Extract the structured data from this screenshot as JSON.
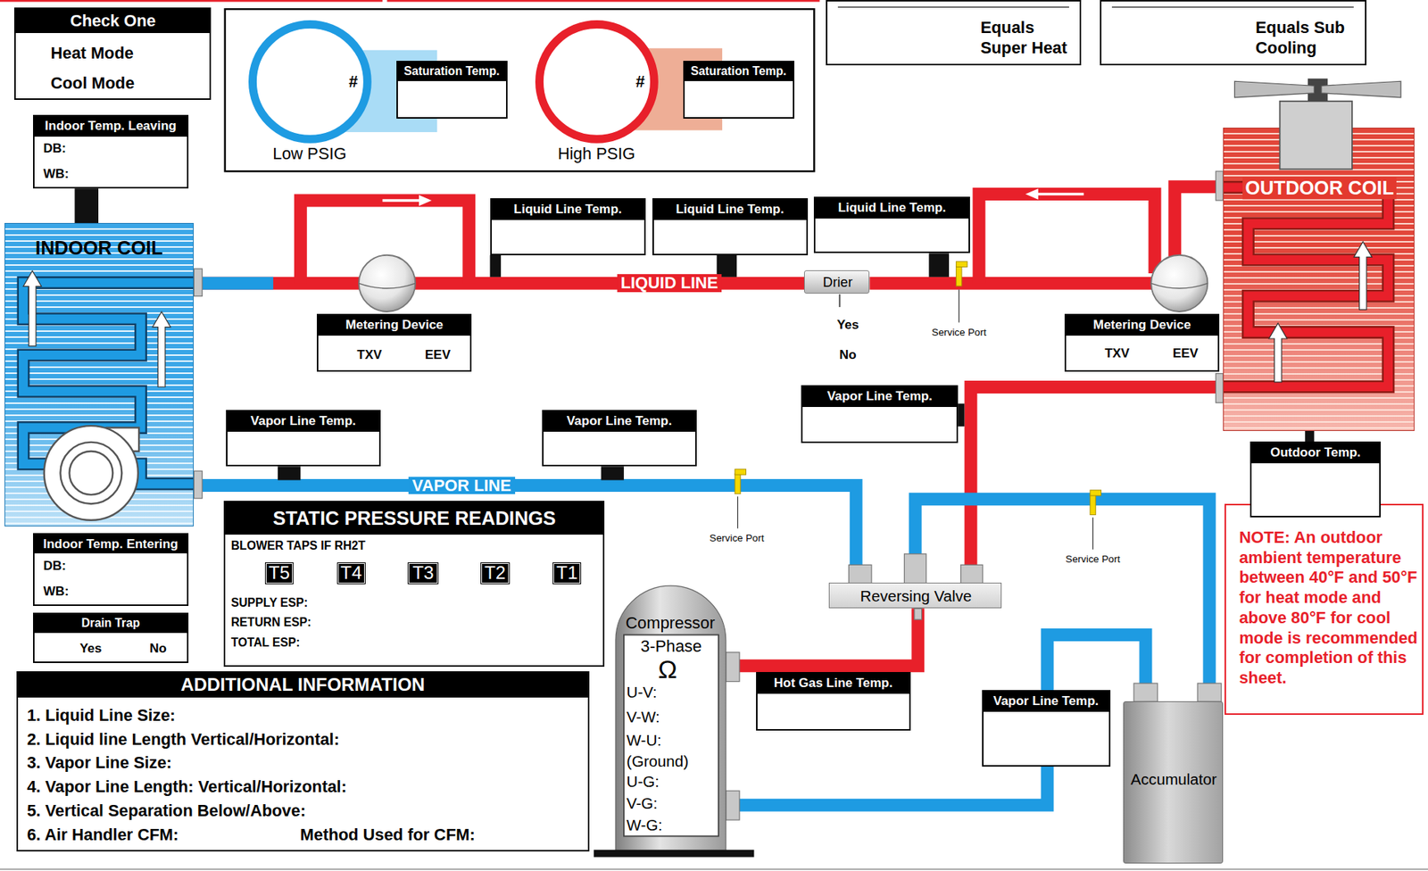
{
  "diagram": {
    "nodes": [
      {
        "text": [
          "Check One",
          "Heat Mode",
          "Cool Mode"
        ]
      },
      {
        "text": [
          "#",
          "Low PSIG"
        ]
      },
      {
        "text": [
          "Saturation Temp."
        ]
      },
      {
        "text": [
          "#",
          "High PSIG"
        ]
      },
      {
        "text": [
          "Saturation Temp."
        ]
      },
      {
        "text": [
          "Equals Super Heat"
        ]
      },
      {
        "text": [
          "Equals Sub Cooling"
        ]
      },
      {
        "text": [
          "Indoor Temp. Leaving",
          "DB:",
          "WB:"
        ]
      },
      {
        "text": [
          "OUTDOOR COIL"
        ]
      },
      {
        "text": [
          "Liquid Line Temp."
        ]
      },
      {
        "text": [
          "Liquid Line Temp."
        ]
      },
      {
        "text": [
          "Liquid Line Temp."
        ]
      },
      {
        "text": [
          "INDOOR COIL"
        ]
      },
      {
        "text": [
          "Drier"
        ]
      },
      {
        "text": [
          "Metering Device",
          "TXV",
          "EEV"
        ]
      },
      {
        "text": [
          "Metering Device",
          "TXV",
          "EEV"
        ]
      },
      {
        "text": [
          "Vapor Line Temp."
        ]
      },
      {
        "text": [
          "Vapor Line Temp."
        ]
      },
      {
        "text": [
          "Vapor Line Temp."
        ]
      },
      {
        "text": [
          "Outdoor Temp."
        ]
      },
      {
        "text": [
          "STATIC PRESSURE READINGS",
          "BLOWER TAPS IF RH2T",
          "SUPPLY ESP:",
          "RETURN ESP:",
          "TOTAL ESP:"
        ]
      },
      {
        "text": [
          "T5"
        ],
        "in": 20
      },
      {
        "text": [
          "T4"
        ],
        "in": 20
      },
      {
        "text": [
          "T3"
        ],
        "in": 20
      },
      {
        "text": [
          "T2"
        ],
        "in": 20
      },
      {
        "text": [
          "T1"
        ],
        "in": 20
      },
      {
        "text": [
          "Indoor Temp. Entering",
          "DB:",
          "WB:"
        ]
      },
      {
        "text": [
          "NOTE: An outdoor ambient temperature between 40°F and 50°F for heat mode and above 80°F for cool mode is recommended for completion of this sheet."
        ]
      },
      {
        "text": [
          "Reversing Valve"
        ]
      },
      {
        "text": [
          "Compressor",
          "3-Phase",
          "Ω",
          "U-V:",
          "V-W:",
          "W-U:",
          "(Ground)",
          "U-G:",
          "V-G:",
          "W-G:"
        ]
      },
      {
        "text": [
          "Drain Trap",
          "Yes",
          "No"
        ]
      },
      {
        "text": [
          "Hot Gas Line Temp."
        ]
      },
      {
        "text": [
          "Vapor Line Temp."
        ]
      },
      {
        "text": [
          "Accumulator"
        ]
      },
      {
        "text": [
          "ADDITIONAL INFORMATION",
          "1. Liquid Line Size:",
          "2. Liquid line Length Vertical/Horizontal:",
          "3. Vapor Line Size:",
          "4. Vapor Line Length: Vertical/Horizontal:",
          "5. Vertical Separation Below/Above:",
          "6. Air Handler CFM:",
          "Method Used for CFM:"
        ]
      }
    ],
    "edges": [
      {
        "from": 12,
        "to": 13,
        "arrow": "none",
        "label": "LIQUID LINE"
      },
      {
        "from": 13,
        "to": 8,
        "arrow": "none"
      },
      {
        "from": 12,
        "to": 28,
        "arrow": "none",
        "label": "VAPOR LINE"
      },
      {
        "from": 8,
        "to": 28,
        "arrow": "none"
      },
      {
        "from": 28,
        "to": 33,
        "arrow": "none"
      },
      {
        "from": 33,
        "to": 29,
        "arrow": "none"
      },
      {
        "from": 29,
        "to": 28,
        "arrow": "none"
      }
    ],
    "labels": [
      "Yes",
      "No",
      "Service Port",
      "Service Port",
      "Service Port"
    ]
  }
}
